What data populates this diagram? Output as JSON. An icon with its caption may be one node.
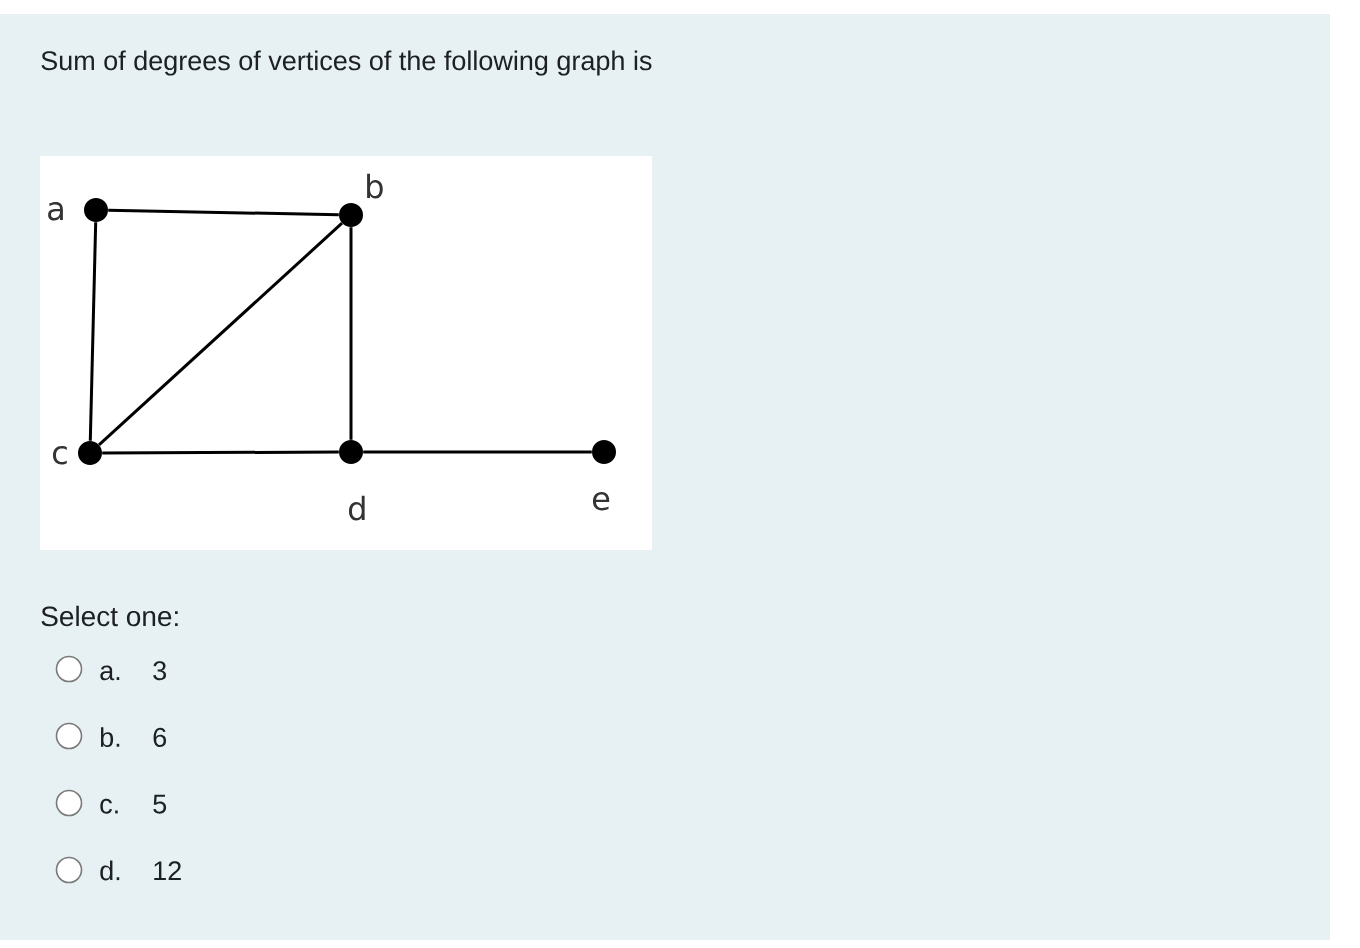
{
  "diagram": {
    "title": "Sum of degrees of vertices of the following graph is",
    "nodes": [
      {
        "text": [],
        "shape": "circle",
        "beside": [
          "a"
        ]
      },
      {
        "text": [],
        "shape": "circle",
        "beside": [
          "b"
        ]
      },
      {
        "text": [],
        "shape": "circle",
        "beside": [
          "c"
        ]
      },
      {
        "text": [],
        "shape": "circle",
        "beside": [
          "d"
        ]
      },
      {
        "text": [],
        "shape": "circle",
        "beside": [
          "e"
        ]
      }
    ],
    "edges": [
      {
        "from": 0,
        "to": 1,
        "arrow": "none"
      },
      {
        "from": 0,
        "to": 2,
        "arrow": "none"
      },
      {
        "from": 1,
        "to": 2,
        "arrow": "none"
      },
      {
        "from": 1,
        "to": 3,
        "arrow": "none"
      },
      {
        "from": 2,
        "to": 3,
        "arrow": "none"
      },
      {
        "from": 3,
        "to": 4,
        "arrow": "none"
      }
    ],
    "labels": [
      "Select one:",
      "a.",
      "3",
      "b.",
      "6",
      "c.",
      "5",
      "d.",
      "12"
    ]
  }
}
